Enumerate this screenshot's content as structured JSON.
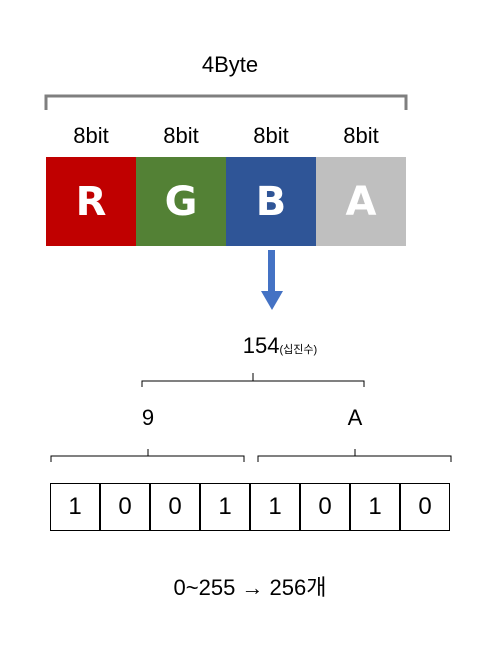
{
  "total_label": "4Byte",
  "channels": [
    {
      "bits": "8bit",
      "letter": "R",
      "color": "#c00000"
    },
    {
      "bits": "8bit",
      "letter": "G",
      "color": "#538135"
    },
    {
      "bits": "8bit",
      "letter": "B",
      "color": "#2f5597"
    },
    {
      "bits": "8bit",
      "letter": "A",
      "color": "#bfbfbf"
    }
  ],
  "arrow_color": "#4472c4",
  "decimal": {
    "value": "154",
    "note": "(십진수)"
  },
  "hex_digits": [
    "9",
    "A"
  ],
  "bits": [
    "1",
    "0",
    "0",
    "1",
    "1",
    "0",
    "1",
    "0"
  ],
  "summary": "0~255 → 256개"
}
